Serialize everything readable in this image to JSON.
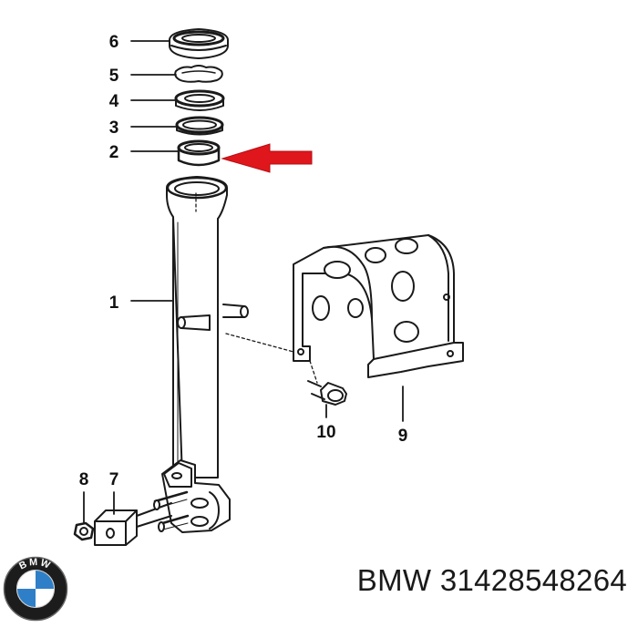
{
  "callouts": {
    "c1": "1",
    "c2": "2",
    "c3": "3",
    "c4": "4",
    "c5": "5",
    "c6": "6",
    "c7": "7",
    "c8": "8",
    "c9": "9",
    "c10": "10"
  },
  "caption": {
    "brand": "BMW",
    "part_number": "31428548264"
  },
  "logo": {
    "letters": "BMW",
    "icon": "bmw-roundel-icon",
    "colors": {
      "ring": "#1c1c1c",
      "blue": "#2f7fc8",
      "white": "#ffffff"
    }
  },
  "highlight_arrow": {
    "icon": "arrow-left-icon",
    "color": "#e0161d"
  }
}
